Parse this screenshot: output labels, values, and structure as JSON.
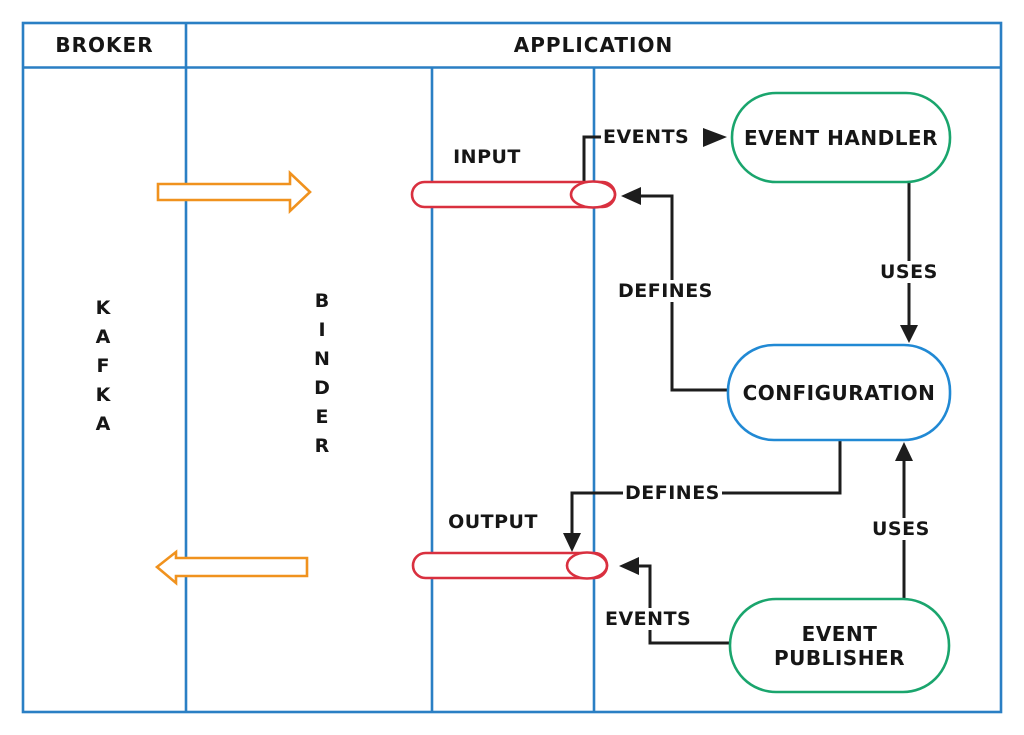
{
  "palette": {
    "frame_blue": "#2a7fc4",
    "node_border_blue": "#2189d4",
    "node_border_green": "#1aa56d",
    "channel_red": "#d9303f",
    "arrow_orange": "#f0921e",
    "connector_black": "#1d1d1d"
  },
  "header": {
    "broker": "BROKER",
    "application": "APPLICATION"
  },
  "lanes": {
    "kafka": "KAFKA",
    "binder": "BINDER"
  },
  "channels": {
    "input": "INPUT",
    "output": "OUTPUT"
  },
  "nodes": {
    "event_handler": "EVENT HANDLER",
    "configuration": "CONFIGURATION",
    "event_publisher_line1": "EVENT",
    "event_publisher_line2": "PUBLISHER"
  },
  "edge_labels": {
    "events_to_handler": "EVENTS",
    "handler_uses": "USES",
    "defines_input": "DEFINES",
    "defines_output": "DEFINES",
    "publisher_uses": "USES",
    "events_to_output": "EVENTS"
  }
}
